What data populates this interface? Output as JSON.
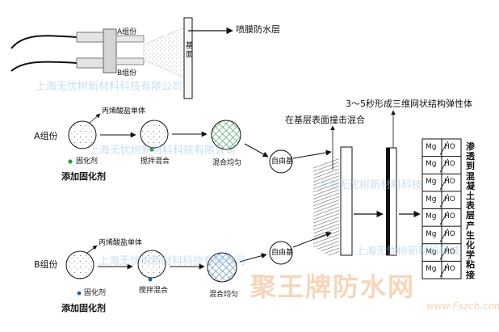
{
  "top": {
    "label_a": "A组份",
    "label_b": "B组份",
    "jiceng": "基面",
    "membrane": "喷膜防水层"
  },
  "flow": {
    "a_component": "A组份",
    "b_component": "B组份",
    "monomer_a": "丙烯酸盐单体",
    "monomer_b": "丙烯酸盐单体",
    "curing_a": "固化剂",
    "curing_b": "固化剂",
    "stir_a": "搅拌混合",
    "stir_b": "搅拌混合",
    "even_a": "混合均匀",
    "even_b": "混合均匀",
    "add_a": "添加固化剂",
    "add_b": "添加固化剂",
    "radical_a": "自由基",
    "radical_b": "自由基",
    "collide": "在基层表面撞击混合",
    "network": "3～5秒形成三维网状结构弹性体",
    "penetrate": "渗透到混凝土表层产生化学粘接"
  },
  "mg_ho": {
    "mg": "Mg",
    "ho": "HO",
    "rows": 8
  },
  "watermarks": {
    "company_top": "上海无忧树新材料科技有限公司",
    "company_mid": "上海无忧树新材料科技有限公司",
    "company_right": "上海无忧树新材料科技",
    "company_bottom": "上海无忧树新材料科技有限公司",
    "company_bottom_right": "上海无忧树新材料科技",
    "brand": "聚王牌防水网",
    "url": "www.Fszcb.com"
  },
  "colors": {
    "line": "#111111",
    "curing_a": "#2e9b3c",
    "curing_b": "#1f5fb3",
    "mesh_green": "#3a9a5a",
    "mesh_blue": "#3f7fc8",
    "watermark": "#9ec3e6"
  }
}
